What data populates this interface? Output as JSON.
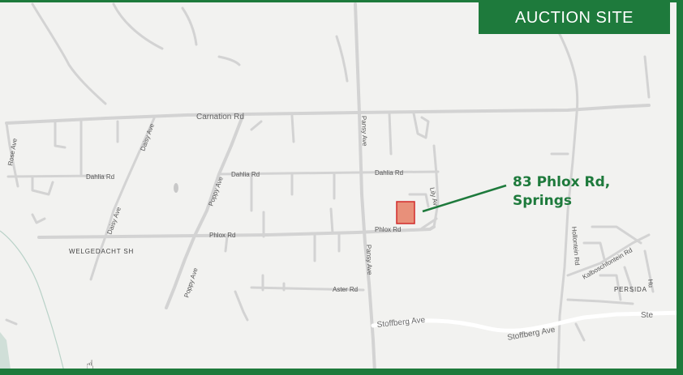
{
  "banner": {
    "label": "AUCTION SITE"
  },
  "callout": {
    "line1": "83 Phlox Rd,",
    "line2": "Springs"
  },
  "roads": {
    "carnation": "Carnation Rd",
    "dahlia_west": "Dahlia Rd",
    "dahlia_mid": "Dahlia Rd",
    "dahlia_east": "Dahlia Rd",
    "phlox_mid": "Phlox Rd",
    "phlox_east": "Phlox Rd",
    "aster": "Aster Rd",
    "rose": "Rose Ave",
    "daisy_north": "Daisy Ave",
    "daisy_south": "Daisy Ave",
    "poppy_north": "Poppy Ave",
    "poppy_south": "Poppy Ave",
    "pansy_north": "Pansy Ave",
    "pansy_south": "Pansy Ave",
    "lily": "Lily Av",
    "stoffberg_west": "Stoffberg Ave",
    "stoffberg_east": "Stoffberg Ave",
    "stoffberg_far": "Ste",
    "hollontein": "Hollontein Rd",
    "kalbosch": "Kalboschfontein Rd",
    "hu": "Hu"
  },
  "areas": {
    "welgedacht": "WELGEDACHT SH",
    "persida": "PERSIDA"
  },
  "colors": {
    "brand": "#1e7a3c",
    "parcel_fill": "#e8907a",
    "parcel_stroke": "#d12a2a",
    "road": "#d3d3d3",
    "map_bg": "#f2f2f0"
  },
  "icons": {
    "cursor": "hand-pan-icon"
  }
}
